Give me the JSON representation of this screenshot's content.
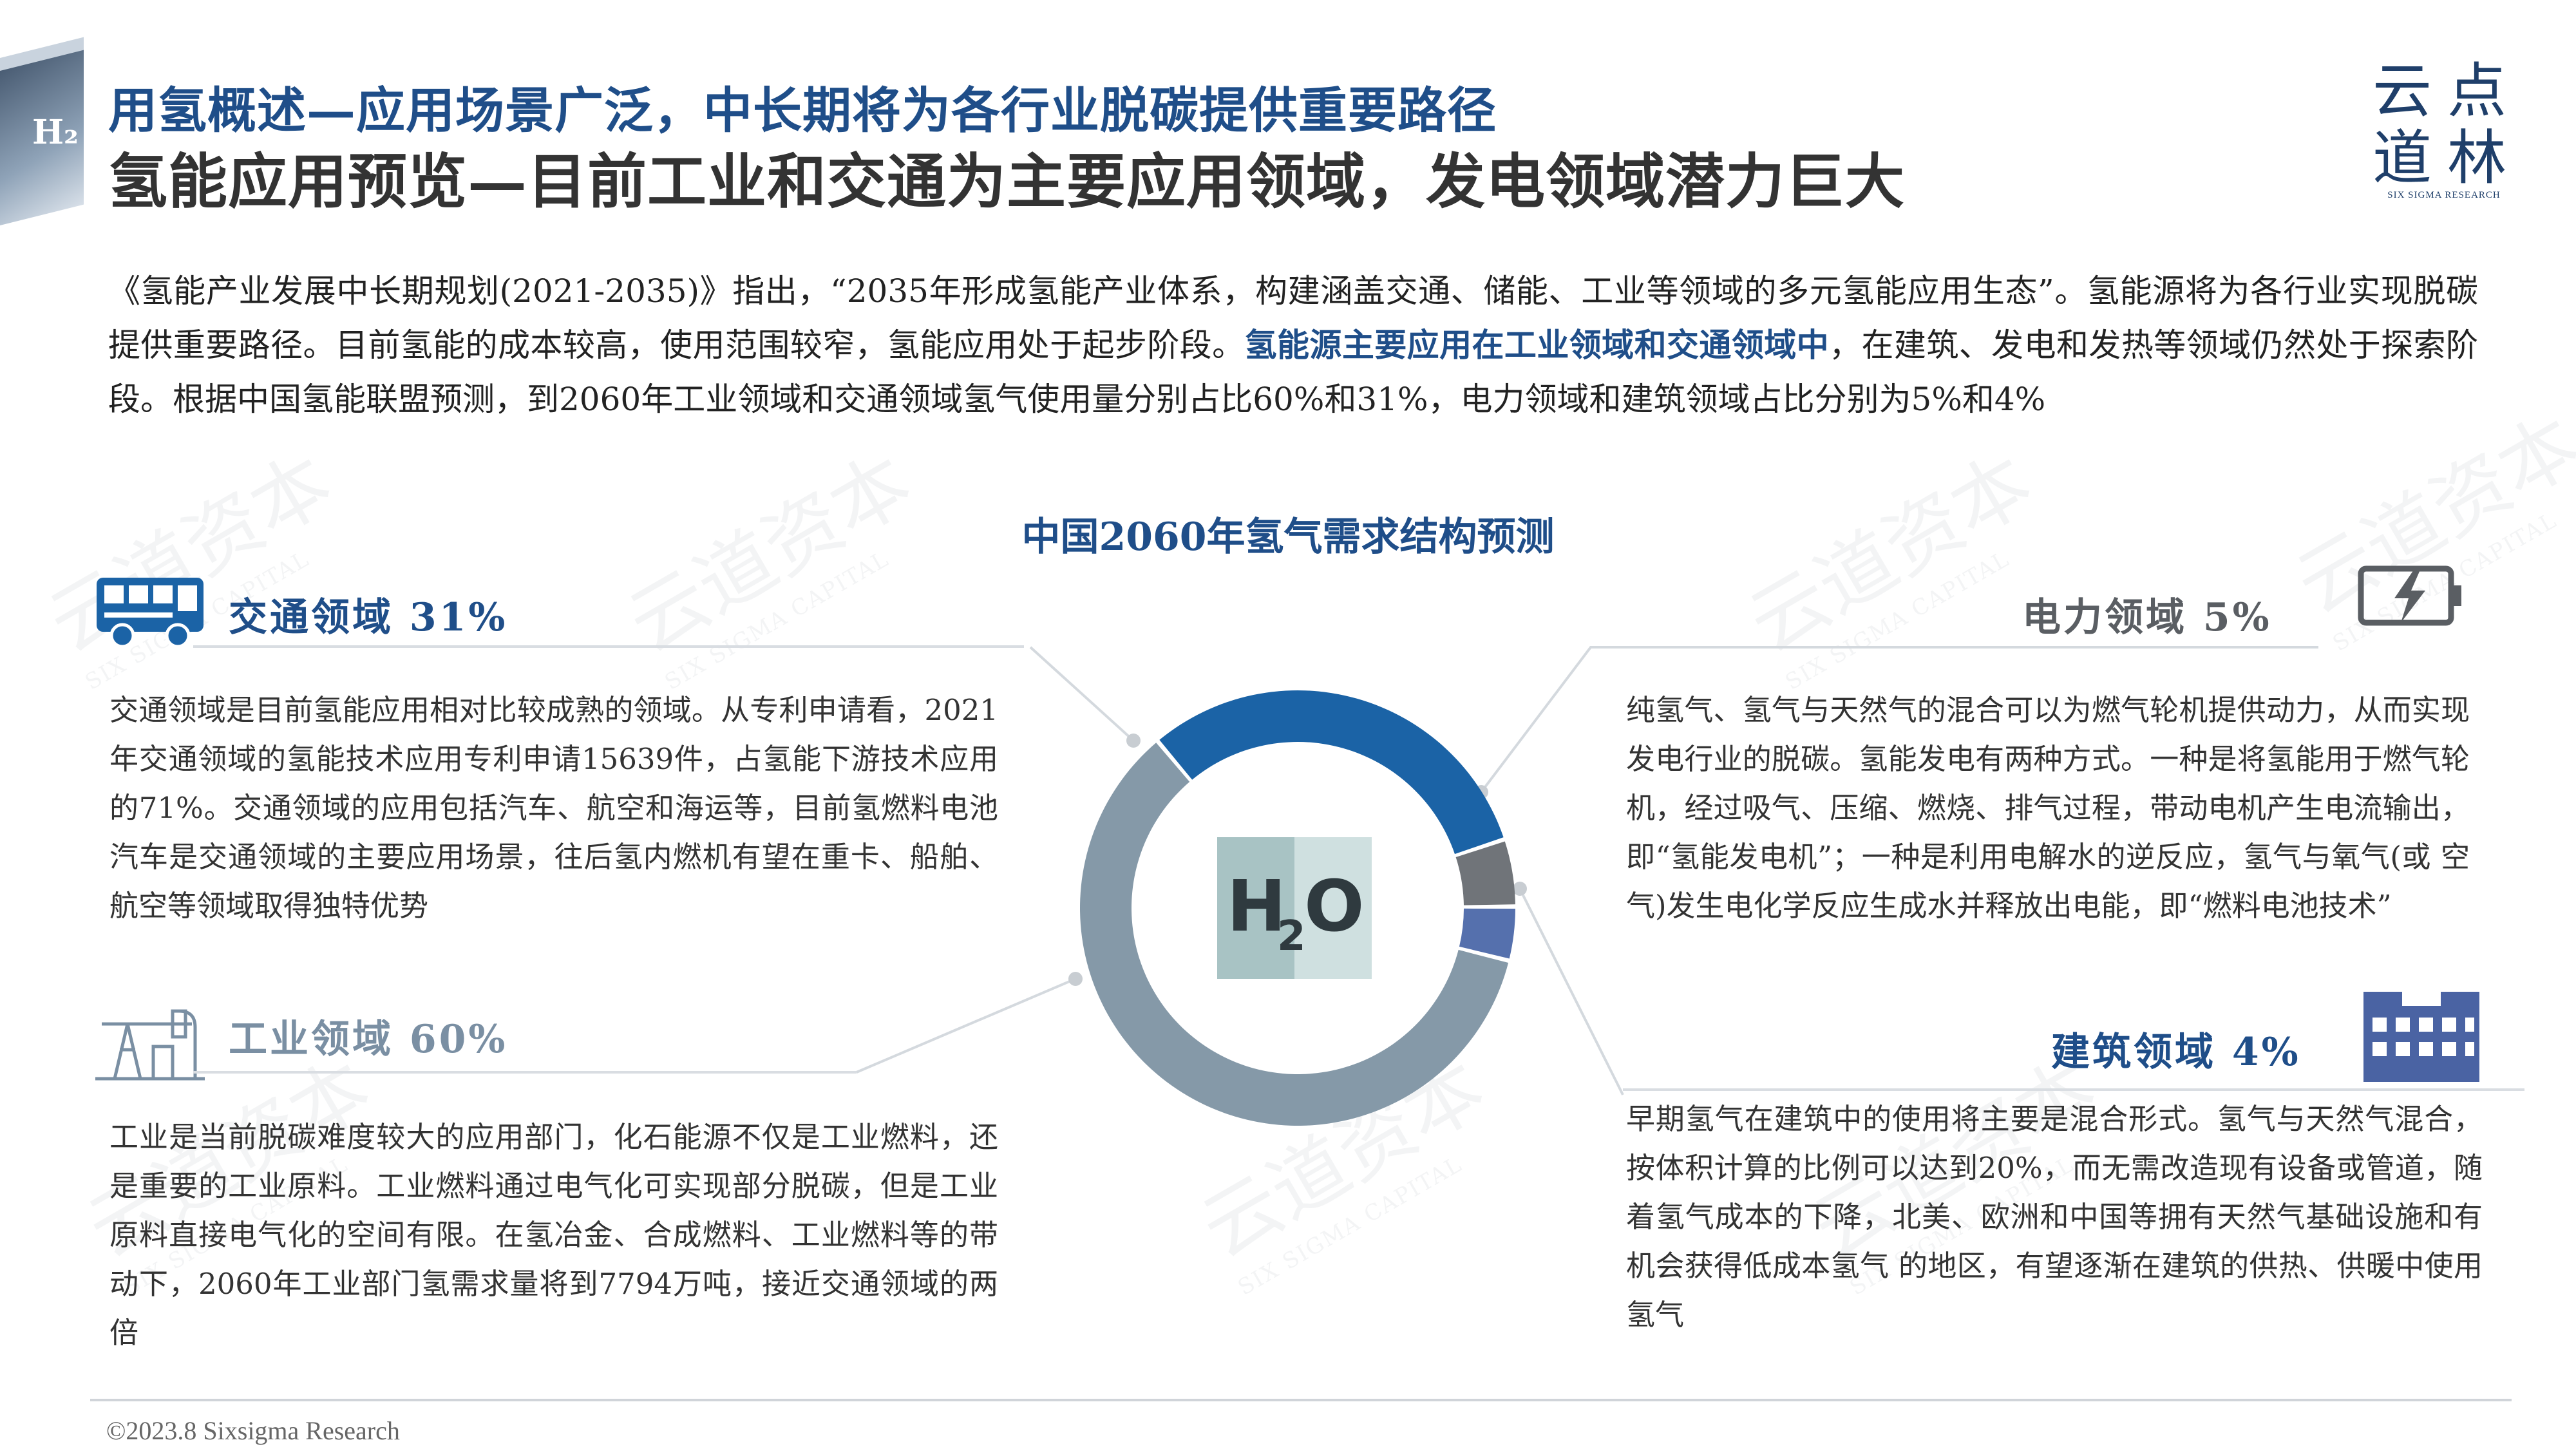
{
  "header": {
    "logo_text": "H₂",
    "title_line1": "用氢概述—应用场景广泛，中长期将为各行业脱碳提供重要路径",
    "title_line2": "氢能应用预览—目前工业和交通为主要应用领域，发电领域潜力巨大",
    "brand_cn_line1": "云点",
    "brand_cn_line2": "道林",
    "brand_en": "SIX SIGMA RESEARCH"
  },
  "intro": {
    "part1": "《氢能产业发展中长期规划(2021-2035)》指出，“2035年形成氢能产业体系，构建涵盖交通、储能、工业等领域的多元氢能应用生态”。氢能源将为各行业实现脱碳提供重要路径。目前氢能的成本较高，使用范围较窄，氢能应用处于起步阶段。",
    "highlight": "氢能源主要应用在工业领域和交通领域中",
    "part2": "，在建筑、发电和发热等领域仍然处于探索阶段。根据中国氢能联盟预测，到2060年工业领域和交通领域氢气使用量分别占比60%和31%，电力领域和建筑领域占比分别为5%和4%"
  },
  "center_label": {
    "h": "H",
    "sub": "2",
    "o": "O"
  },
  "sections": {
    "transport": {
      "title": "交通领域  31%",
      "icon": "bus-icon",
      "text": "交通领域是目前氢能应用相对比较成熟的领域。从专利申请看，2021年交通领域的氢能技术应用专利申请15639件，占氢能下游技术应用的71%。交通领域的应用包括汽车、航空和海运等，目前氢燃料电池汽车是交通领域的主要应用场景，往后氢内燃机有望在重卡、船舶、航空等领域取得独特优势"
    },
    "industry": {
      "title": "工业领域  60%",
      "icon": "oil-pump-icon",
      "text": "工业是当前脱碳难度较大的应用部门，化石能源不仅是工业燃料，还是重要的工业原料。工业燃料通过电气化可实现部分脱碳，但是工业原料直接电气化的空间有限。在氢冶金、合成燃料、工业燃料等的带动下，2060年工业部门氢需求量将到7794万吨，接近交通领域的两倍"
    },
    "power": {
      "title": "电力领域  5%",
      "icon": "battery-charging-icon",
      "text": "纯氢气、氢气与天然气的混合可以为燃气轮机提供动力，从而实现发电行业的脱碳。氢能发电有两种方式。一种是将氢能用于燃气轮机，经过吸气、压缩、燃烧、排气过程，带动电机产生电流输出，即“氢能发电机”；一种是利用电解水的逆反应，氢气与氧气(或 空气)发生电化学反应生成水并释放出电能，即“燃料电池技术”"
    },
    "building": {
      "title": "建筑领域  4%",
      "icon": "building-icon",
      "text": "早期氢气在建筑中的使用将主要是混合形式。氢气与天然气混合，按体积计算的比例可以达到20%，而无需改造现有设备或管道，随着氢气成本的下降，北美、欧洲和中国等拥有天然气基础设施和有机会获得低成本氢气 的地区，有望逐渐在建筑的供热、供暖中使用氢气"
    }
  },
  "footer": "©2023.8 Sixsigma Research",
  "watermark": {
    "cn": "云道资本",
    "en": "SIX SIGMA CAPITAL"
  },
  "chart_data": {
    "type": "pie",
    "title": "中国2060年氢气需求结构预测",
    "donut": true,
    "categories": [
      "交通领域",
      "电力领域",
      "建筑领域",
      "工业领域"
    ],
    "values": [
      31,
      5,
      4,
      60
    ],
    "colors": [
      "#1b63a6",
      "#707479",
      "#5570ad",
      "#8599a8"
    ],
    "start_angle_deg": -40
  }
}
